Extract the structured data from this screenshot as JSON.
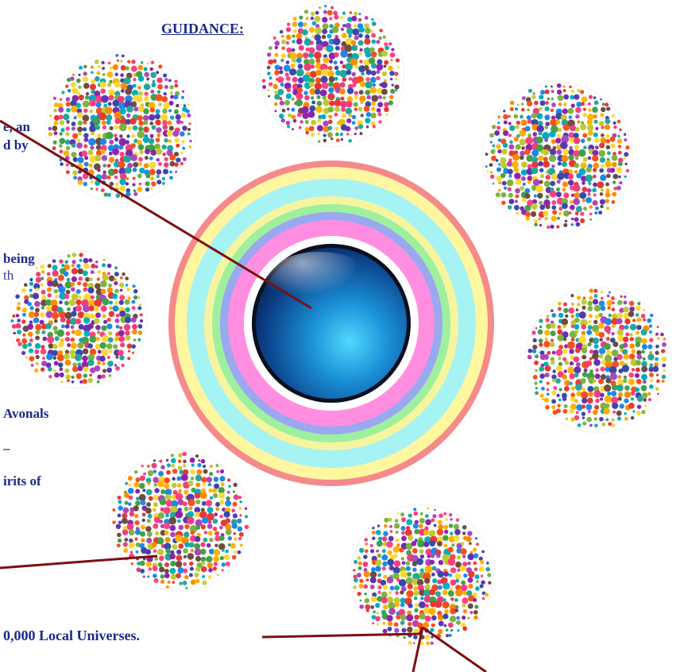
{
  "labels": {
    "title": "GUIDANCE:",
    "line1": "e, an",
    "line2": "d by",
    "line3": "being",
    "line4": "th",
    "line5": "Avonals",
    "line6": "–",
    "line7": "irits of",
    "line8": "0,000 Local Universes."
  },
  "colors": {
    "text": "#1a2a8a",
    "pointer_line": "#7a1010",
    "ring_colors": [
      "#f58a8a",
      "#fff6a0",
      "#a6f3f3",
      "#f5f5a0",
      "#9ef09e",
      "#9aa8f0",
      "#ff8ee0",
      "#ffffff"
    ],
    "dot_palette": [
      "#e53935",
      "#fb8c00",
      "#fdd835",
      "#43a047",
      "#1e88e5",
      "#8e24aa",
      "#00acc1",
      "#ec407a",
      "#7cb342",
      "#5e35b1",
      "#f4511e",
      "#3949ab",
      "#c0ca33",
      "#6d4c41",
      "#26a69a",
      "#ff4081",
      "#ffb300",
      "#ab47bc"
    ]
  },
  "spheres": [
    {
      "name": "sphere-top"
    },
    {
      "name": "sphere-top-left"
    },
    {
      "name": "sphere-top-right"
    },
    {
      "name": "sphere-left"
    },
    {
      "name": "sphere-right"
    },
    {
      "name": "sphere-bottom-left"
    },
    {
      "name": "sphere-bottom-right"
    }
  ]
}
